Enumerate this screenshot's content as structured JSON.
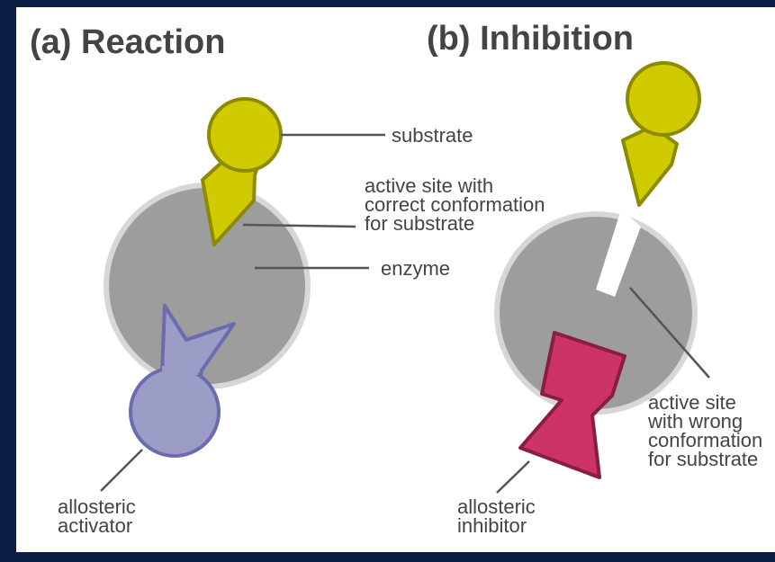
{
  "titles": {
    "reaction": "(a) Reaction",
    "inhibition": "(b) Inhibition"
  },
  "labels": {
    "substrate": "substrate",
    "active_site_correct": [
      "active site with",
      "correct conformation",
      "for substrate"
    ],
    "enzyme": "enzyme",
    "allosteric_activator": [
      "allosteric",
      "activator"
    ],
    "allosteric_inhibitor": [
      "allosteric",
      "inhibitor"
    ],
    "active_site_wrong": [
      "active site",
      "with wrong",
      "conformation",
      "for substrate"
    ]
  },
  "colors": {
    "background": "#0b1e45",
    "panel": "#ffffff",
    "enzyme": "#9d9d9d",
    "enzyme_outline": "#d7d7d7",
    "substrate": "#cfcb00",
    "substrate_outline": "#8c8a00",
    "activator": "#9b9dc7",
    "activator_outline": "#6a6cae",
    "inhibitor": "#cc3366",
    "inhibitor_outline": "#8a1d43",
    "text": "#444444"
  }
}
